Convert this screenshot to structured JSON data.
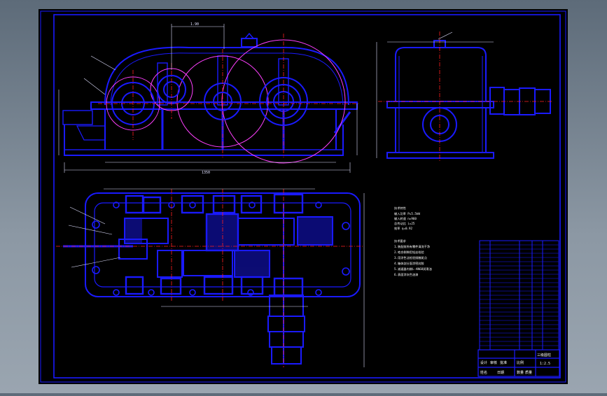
{
  "theme": {
    "viewport_bg_top": "#5d6b79",
    "viewport_bg_bottom": "#9aa5b0",
    "sheet_bg": "#000000",
    "line": "#1a1aff",
    "line_bright": "#3434ff",
    "center_line": "#ff2020",
    "gear_circle": "#ff40ff",
    "dimension": "#e0e0ff",
    "text": "#ffffff"
  },
  "notes": {
    "tech_spec_title": "技术特性",
    "tech_spec_lines": [
      "输入功率 P=5.5kW",
      "输入转速 n=960",
      "总传动比 i=25",
      "效率 η=0.92"
    ],
    "tech_req_title": "技术要求",
    "tech_req_lines": [
      "1.装配前所有零件清洗干净",
      "2.啮合侧隙用铅丝检验",
      "3.用涂色法检验接触斑点",
      "4.箱体剖分面涂密封胶",
      "5.减速器内装L-AN68润滑油",
      "6.表面涂灰色油漆"
    ]
  },
  "title_block": {
    "drawing_name": "三级圆柱",
    "scale": "1:2.5",
    "row1": [
      "设计",
      "审核",
      "批准"
    ],
    "row2": [
      "姓名",
      "日期"
    ],
    "row3": [
      "比例",
      "数量",
      "质量"
    ]
  },
  "dimensions": {
    "overall_length": "1350",
    "top_span": "1.90"
  }
}
